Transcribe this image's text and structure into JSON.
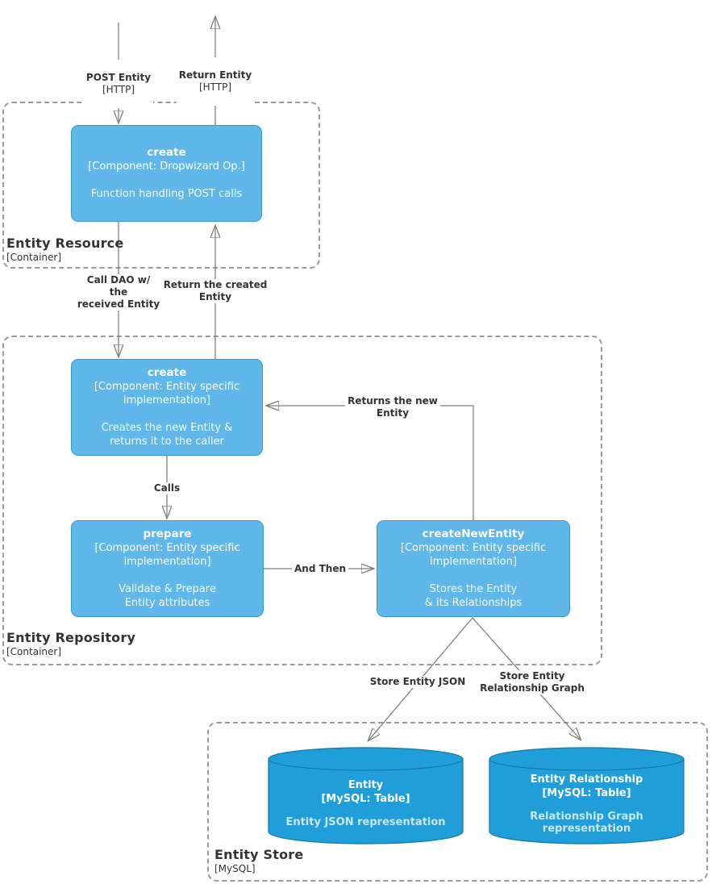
{
  "diagram": {
    "external_flows": {
      "post_entity": {
        "label": "POST Entity",
        "protocol": "[HTTP]"
      },
      "return_entity": {
        "label": "Return Entity",
        "protocol": "[HTTP]"
      }
    },
    "containers": {
      "resource": {
        "title": "Entity Resource",
        "subtitle": "[Container]"
      },
      "repository": {
        "title": "Entity Repository",
        "subtitle": "[Container]"
      },
      "store": {
        "title": "Entity Store",
        "subtitle": "[MySQL]"
      }
    },
    "nodes": {
      "resource_create": {
        "title": "create",
        "tech": "[Component: Dropwizard Op.]",
        "desc": "Function handling POST calls"
      },
      "repo_create": {
        "title": "create",
        "tech": "[Component: Entity specific\nimplementation]",
        "desc": "Creates the new Entity &\nreturns it to the caller"
      },
      "prepare": {
        "title": "prepare",
        "tech": "[Component: Entity specific\nimplementation]",
        "desc": "Validate & Prepare\nEntity attributes"
      },
      "create_new_entity": {
        "title": "createNewEntity",
        "tech": "[Component: Entity specific\nimplementation]",
        "desc": "Stores the Entity\n& its Relationships"
      },
      "entity_table": {
        "title": "Entity",
        "tech": "[MySQL: Table]",
        "desc": "Entity JSON representation"
      },
      "entity_relationship_table": {
        "title": "Entity Relationship",
        "tech": "[MySQL: Table]",
        "desc": "Relationship Graph\nrepresentation"
      }
    },
    "edges": {
      "call_dao": "Call DAO w/\nthe\nreceived Entity",
      "return_created": "Return the created\nEntity",
      "calls": "Calls",
      "and_then": "And Then",
      "returns_new": "Returns the new\nEntity",
      "store_json": "Store Entity JSON",
      "store_graph": "Store Entity\nRelationship Graph"
    },
    "colors": {
      "component_fill": "#5FB7EA",
      "component_border": "#3E95CC",
      "database_fill": "#1F9ED9",
      "database_border": "#1179A9",
      "connector": "#7f7f7f",
      "boundary_border": "#9a9a9a",
      "label_text": "#333333"
    }
  }
}
